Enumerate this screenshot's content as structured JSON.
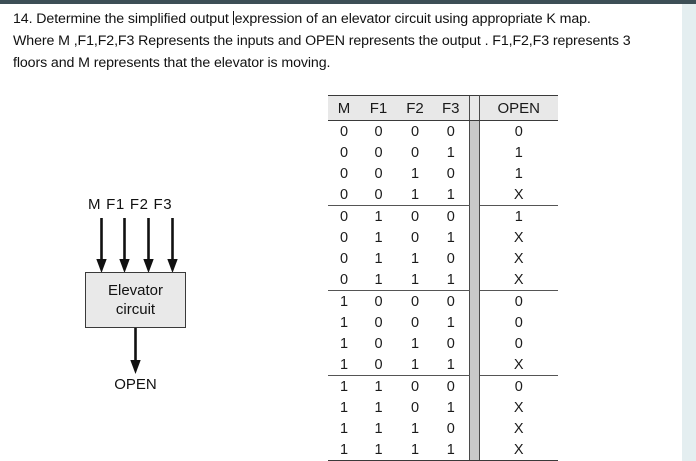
{
  "question": {
    "line1_before_caret": "14. Determine the simplified output ",
    "line1_after_caret": "expression  of  an elevator  circuit using appropriate K map.",
    "line2": "Where M ,F1,F2,F3 Represents the inputs and OPEN represents the output . F1,F2,F3 represents 3",
    "line3": "floors and M represents that the elevator is moving."
  },
  "diagram": {
    "input_labels": [
      "M",
      "F1",
      "F2",
      "F3"
    ],
    "box_line1": "Elevator",
    "box_line2": "circuit",
    "output_label": "OPEN",
    "box_fill": "#e9e9e9",
    "line_color": "#1a1a1a"
  },
  "truth_table": {
    "headers": [
      "M",
      "F1",
      "F2",
      "F3",
      "OPEN"
    ],
    "rows": [
      {
        "m": "0",
        "f1": "0",
        "f2": "0",
        "f3": "0",
        "open": "0"
      },
      {
        "m": "0",
        "f1": "0",
        "f2": "0",
        "f3": "1",
        "open": "1"
      },
      {
        "m": "0",
        "f1": "0",
        "f2": "1",
        "f3": "0",
        "open": "1"
      },
      {
        "m": "0",
        "f1": "0",
        "f2": "1",
        "f3": "1",
        "open": "X"
      },
      {
        "m": "0",
        "f1": "1",
        "f2": "0",
        "f3": "0",
        "open": "1"
      },
      {
        "m": "0",
        "f1": "1",
        "f2": "0",
        "f3": "1",
        "open": "X"
      },
      {
        "m": "0",
        "f1": "1",
        "f2": "1",
        "f3": "0",
        "open": "X"
      },
      {
        "m": "0",
        "f1": "1",
        "f2": "1",
        "f3": "1",
        "open": "X"
      },
      {
        "m": "1",
        "f1": "0",
        "f2": "0",
        "f3": "0",
        "open": "0"
      },
      {
        "m": "1",
        "f1": "0",
        "f2": "0",
        "f3": "1",
        "open": "0"
      },
      {
        "m": "1",
        "f1": "0",
        "f2": "1",
        "f3": "0",
        "open": "0"
      },
      {
        "m": "1",
        "f1": "0",
        "f2": "1",
        "f3": "1",
        "open": "X"
      },
      {
        "m": "1",
        "f1": "1",
        "f2": "0",
        "f3": "0",
        "open": "0"
      },
      {
        "m": "1",
        "f1": "1",
        "f2": "0",
        "f3": "1",
        "open": "X"
      },
      {
        "m": "1",
        "f1": "1",
        "f2": "1",
        "f3": "0",
        "open": "X"
      },
      {
        "m": "1",
        "f1": "1",
        "f2": "1",
        "f3": "1",
        "open": "X"
      }
    ],
    "header_fill": "#e8e8e8",
    "divider_fill": "#c9c9c9"
  },
  "chrome": {
    "top_bar_color": "#3d4f56",
    "right_margin_color": "#e4eef0"
  }
}
